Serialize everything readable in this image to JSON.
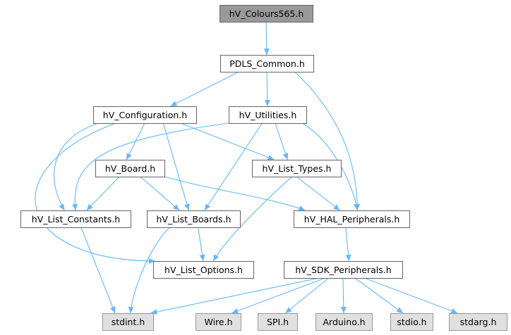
{
  "graph": {
    "colors": {
      "edge": "#63b8ff",
      "node_fill": "#ffffff",
      "node_stroke": "#666666",
      "root_fill": "#999999",
      "external_fill": "#e0e0e0",
      "external_stroke": "#999999"
    },
    "nodes": [
      {
        "id": "colours565",
        "label": "hV_Colours565.h",
        "kind": "root"
      },
      {
        "id": "pdls_common",
        "label": "PDLS_Common.h",
        "kind": "header"
      },
      {
        "id": "configuration",
        "label": "hV_Configuration.h",
        "kind": "header"
      },
      {
        "id": "utilities",
        "label": "hV_Utilities.h",
        "kind": "header"
      },
      {
        "id": "board",
        "label": "hV_Board.h",
        "kind": "header"
      },
      {
        "id": "list_types",
        "label": "hV_List_Types.h",
        "kind": "header"
      },
      {
        "id": "list_constants",
        "label": "hV_List_Constants.h",
        "kind": "header"
      },
      {
        "id": "list_boards",
        "label": "hV_List_Boards.h",
        "kind": "header"
      },
      {
        "id": "hal_peripherals",
        "label": "hV_HAL_Peripherals.h",
        "kind": "header"
      },
      {
        "id": "list_options",
        "label": "hV_List_Options.h",
        "kind": "header"
      },
      {
        "id": "sdk_peripherals",
        "label": "hV_SDK_Peripherals.h",
        "kind": "header"
      },
      {
        "id": "stdint",
        "label": "stdint.h",
        "kind": "external"
      },
      {
        "id": "wire",
        "label": "Wire.h",
        "kind": "external"
      },
      {
        "id": "spi",
        "label": "SPI.h",
        "kind": "external"
      },
      {
        "id": "arduino",
        "label": "Arduino.h",
        "kind": "external"
      },
      {
        "id": "stdio",
        "label": "stdio.h",
        "kind": "external"
      },
      {
        "id": "stdarg",
        "label": "stdarg.h",
        "kind": "external"
      }
    ],
    "edges": [
      {
        "from": "colours565",
        "to": "pdls_common"
      },
      {
        "from": "pdls_common",
        "to": "configuration"
      },
      {
        "from": "pdls_common",
        "to": "utilities"
      },
      {
        "from": "pdls_common",
        "to": "hal_peripherals"
      },
      {
        "from": "configuration",
        "to": "board"
      },
      {
        "from": "configuration",
        "to": "list_types"
      },
      {
        "from": "configuration",
        "to": "list_constants"
      },
      {
        "from": "configuration",
        "to": "list_boards"
      },
      {
        "from": "configuration",
        "to": "list_options"
      },
      {
        "from": "utilities",
        "to": "list_types"
      },
      {
        "from": "utilities",
        "to": "list_constants"
      },
      {
        "from": "utilities",
        "to": "list_boards"
      },
      {
        "from": "utilities",
        "to": "hal_peripherals"
      },
      {
        "from": "board",
        "to": "list_constants"
      },
      {
        "from": "board",
        "to": "list_boards"
      },
      {
        "from": "board",
        "to": "hal_peripherals"
      },
      {
        "from": "list_types",
        "to": "hal_peripherals"
      },
      {
        "from": "list_types",
        "to": "list_options"
      },
      {
        "from": "list_constants",
        "to": "stdint"
      },
      {
        "from": "list_boards",
        "to": "list_options"
      },
      {
        "from": "list_boards",
        "to": "stdint"
      },
      {
        "from": "hal_peripherals",
        "to": "sdk_peripherals"
      },
      {
        "from": "sdk_peripherals",
        "to": "stdint"
      },
      {
        "from": "sdk_peripherals",
        "to": "wire"
      },
      {
        "from": "sdk_peripherals",
        "to": "spi"
      },
      {
        "from": "sdk_peripherals",
        "to": "arduino"
      },
      {
        "from": "sdk_peripherals",
        "to": "stdio"
      },
      {
        "from": "sdk_peripherals",
        "to": "stdarg"
      }
    ]
  }
}
